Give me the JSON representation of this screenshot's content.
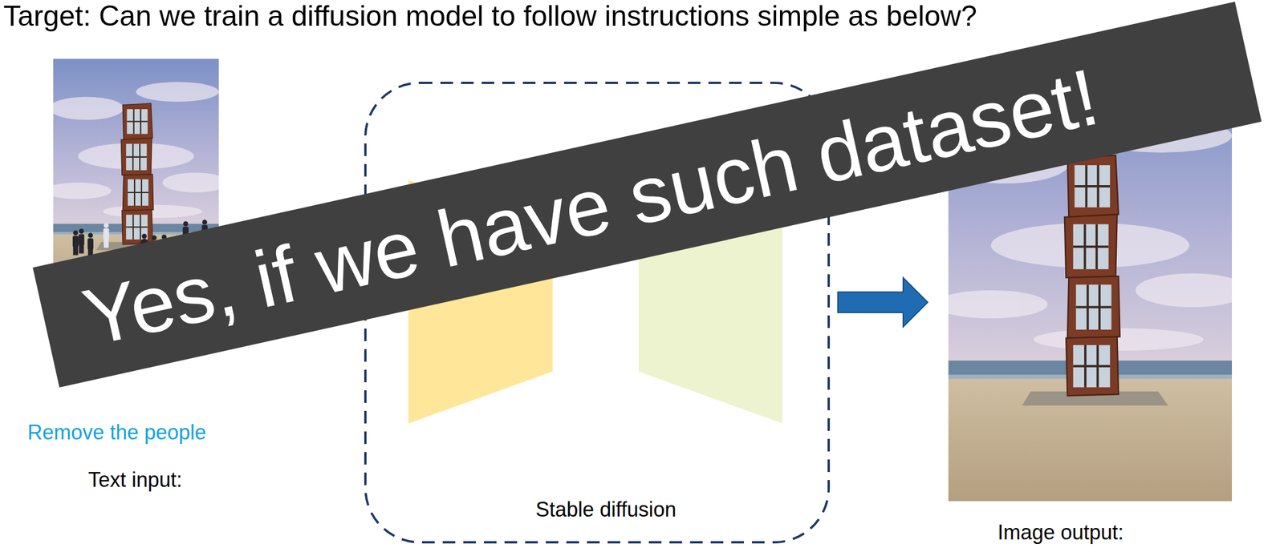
{
  "diagram": {
    "title": "Target: Can we train a diffusion model to follow instructions simple as below?",
    "nodes": [
      {
        "text": [
          "Remove the people",
          "Text input:"
        ]
      },
      {
        "text": [
          "Stable diffusion"
        ]
      },
      {
        "text": [
          "Image output:"
        ]
      },
      {
        "text": [
          "Yes, if we have such dataset!"
        ]
      }
    ],
    "edges": [
      {
        "from": 1,
        "to": 2,
        "arrow": "to"
      }
    ]
  }
}
